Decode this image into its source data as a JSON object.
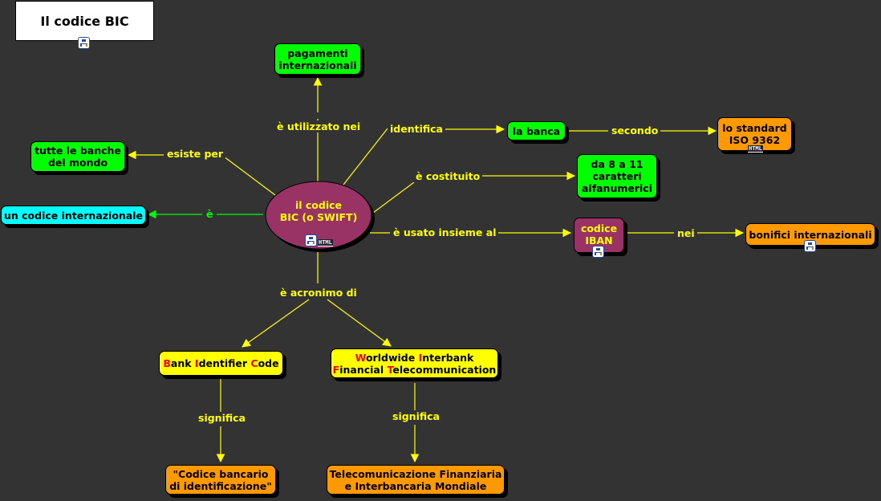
{
  "title": "Il codice BIC",
  "colors": {
    "background": "#333333",
    "link": "#ffff00",
    "link_alt": "#00ff00",
    "green_node": "#00ff00",
    "orange_node": "#ff9900",
    "yellow_node": "#ffff00",
    "cyan_node": "#00ffff",
    "purple_node": "#993366",
    "acronym_letter": "#ff0000"
  },
  "nodes": {
    "center": "il codice\nBIC (o SWIFT)",
    "pagamenti": "pagamenti\ninternazionali",
    "tutte_banche": "tutte le banche\ndel mondo",
    "codice_internazionale": "un codice internazionale",
    "la_banca": "la banca",
    "standard": "lo standard\nISO 9362",
    "caratteri": "da 8 a 11\ncaratteri\nalfanumerici",
    "iban": "codice\nIBAN",
    "bonifici": "bonifici internazionali",
    "bic_acronym": [
      {
        "initial": "B",
        "rest": "ank "
      },
      {
        "initial": "I",
        "rest": "dentifier "
      },
      {
        "initial": "C",
        "rest": "ode"
      }
    ],
    "swift_acronym_line1": [
      {
        "initial": "W",
        "rest": "orldwide "
      },
      {
        "initial": "I",
        "rest": "nterbank"
      }
    ],
    "swift_acronym_line2": [
      {
        "initial": "F",
        "rest": "inancial "
      },
      {
        "initial": "T",
        "rest": "elecommunication"
      }
    ],
    "codice_bancario": "\"Codice bancario\ndi identificazione\"",
    "telecomunicazione": "Telecomunicazione Finanziaria\ne Interbancaria Mondiale"
  },
  "links": {
    "utilizzato": "è utilizzato nei",
    "identifica": "identifica",
    "secondo": "secondo",
    "esiste_per": "esiste per",
    "costituito": "è costituito",
    "e": "è",
    "usato_insieme": "è usato insieme al",
    "nei": "nei",
    "acronimo": "è acronimo di",
    "significa_1": "significa",
    "significa_2": "significa"
  },
  "icons": {
    "concept_map": "concept-map-icon",
    "html": "HTML"
  }
}
